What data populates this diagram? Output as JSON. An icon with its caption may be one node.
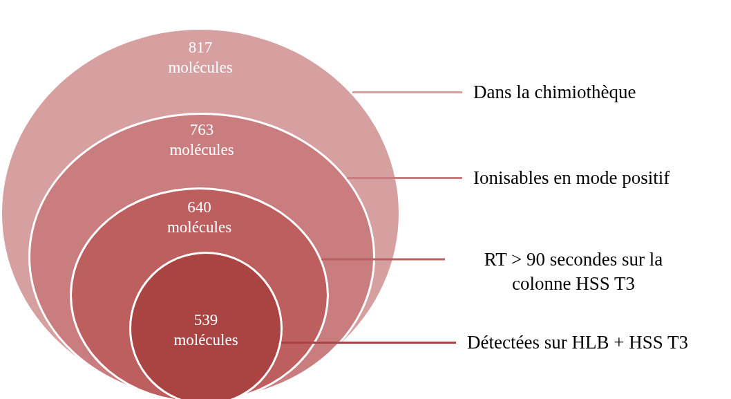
{
  "diagram": {
    "nodes": [
      {
        "text": [
          "817 molécules"
        ]
      },
      {
        "text": [
          "763 molécules"
        ],
        "in": 0
      },
      {
        "text": [
          "640 molécules"
        ],
        "in": 1
      },
      {
        "text": [
          "539 molécules"
        ],
        "in": 2
      },
      {
        "text": [
          "Dans la chimiothèque"
        ]
      },
      {
        "text": [
          "Ionisables en mode positif"
        ]
      },
      {
        "text": [
          "RT > 90 secondes sur la colonne HSS T3"
        ]
      },
      {
        "text": [
          "Détectées sur HLB + HSS T3"
        ]
      }
    ],
    "edges": [
      {
        "from": 4,
        "to": 0,
        "arrow": "none",
        "color": "#d6a0a1"
      },
      {
        "from": 5,
        "to": 1,
        "arrow": "none",
        "color": "#c97d7e"
      },
      {
        "from": 6,
        "to": 2,
        "arrow": "none",
        "color": "#bd5f5e"
      },
      {
        "from": 7,
        "to": 3,
        "arrow": "none",
        "color": "#aa4442"
      }
    ]
  }
}
